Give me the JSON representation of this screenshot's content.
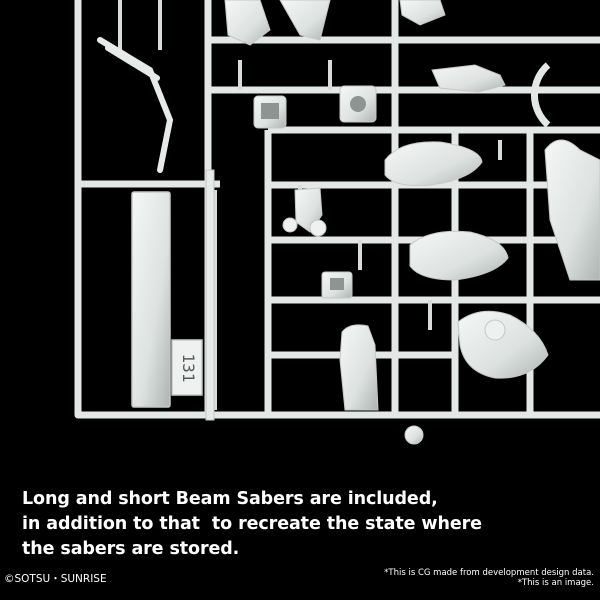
{
  "caption": {
    "line1": "Long and short Beam Sabers are included,",
    "line2": "in addition to that  to recreate the state where",
    "line3": "the sabers are stored."
  },
  "copyright": "©SOTSU・SUNRISE",
  "notes": {
    "line1": "*This is CG made from development design data.",
    "line2": "*This is an image."
  },
  "runner_tag": "131",
  "colors": {
    "background": "#000000",
    "plastic": "#e6eae8",
    "plastic_shadow": "#b9bfbd",
    "text": "#ffffff"
  }
}
